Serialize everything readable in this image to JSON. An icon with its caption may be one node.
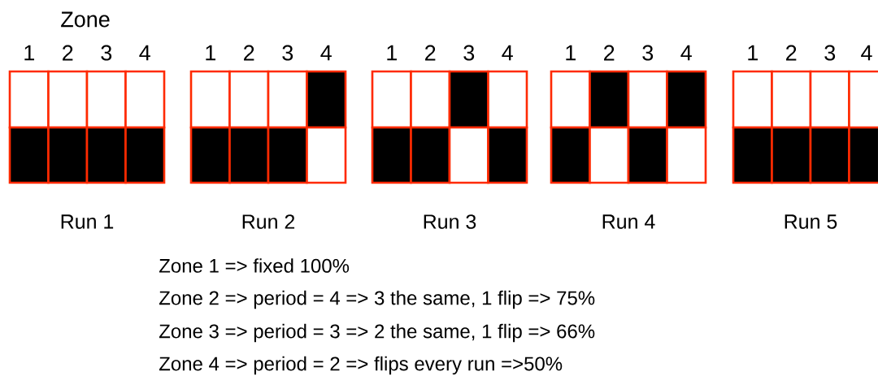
{
  "diagram": {
    "labels": [
      "Zone",
      "1",
      "2",
      "3",
      "4",
      "1",
      "2",
      "3",
      "4",
      "1",
      "2",
      "3",
      "4",
      "1",
      "2",
      "3",
      "4",
      "1",
      "2",
      "3",
      "4",
      "Run 1",
      "Run 2",
      "Run 3",
      "Run 4",
      "Run 5",
      "Zone 1 => fixed 100%",
      "Zone 2 => period = 4 => 3 the same, 1 flip  => 75%",
      "Zone 3 => period = 3 => 2 the same, 1 flip => 66%",
      "Zone 4 => period = 2 => flips every run =>50%"
    ]
  }
}
